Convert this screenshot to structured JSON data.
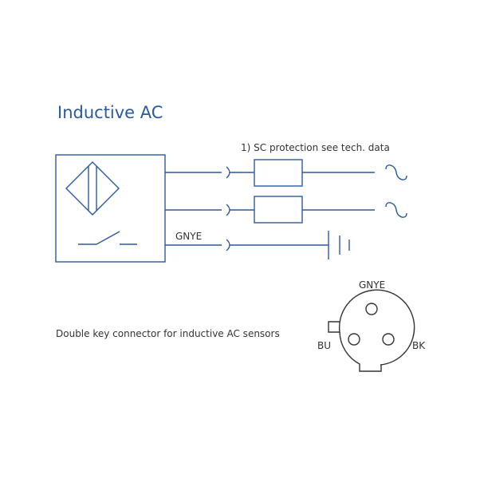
{
  "title": "Inductive AC",
  "note": "1) SC protection see tech. data",
  "wire_label": "GNYE",
  "caption": "Double key connector for inductive AC sensors",
  "connector": {
    "top_label": "GNYE",
    "left_label": "BU",
    "right_label": "BK"
  },
  "colors": {
    "line": "#2a5a9e",
    "text": "#333333"
  }
}
